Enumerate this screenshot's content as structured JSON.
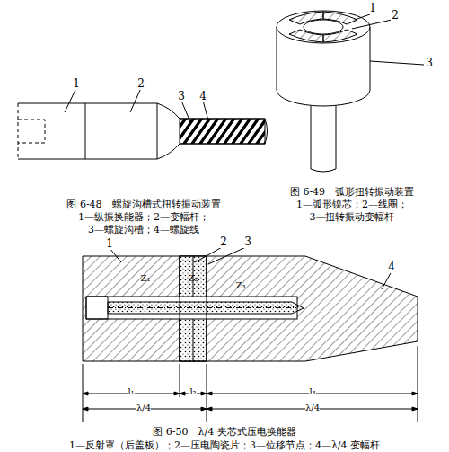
{
  "diagram": {
    "labels": [
      "1",
      "2",
      "3",
      "4",
      "图 6-48　螺旋沟槽式扭转振动装置",
      "1—纵振换能器；2—变幅杆；",
      "3—螺旋沟槽；4—螺旋线",
      "1",
      "2",
      "3",
      "图 6-49　弧形扭转振动装置",
      "1—弧形镍芯；2—线圈；",
      "3—扭转振动变幅杆",
      "1",
      "2",
      "3",
      "4",
      "Z₁",
      "Z₂",
      "Z₃",
      "l₁",
      "l₂",
      "l₃",
      "λ/4",
      "λ/4",
      "图 6-50　λ/4 夹芯式压电换能器",
      "1—反射罩（后盖板）；2—压电陶瓷片；3—位移节点；4—λ/4 变幅杆"
    ]
  }
}
